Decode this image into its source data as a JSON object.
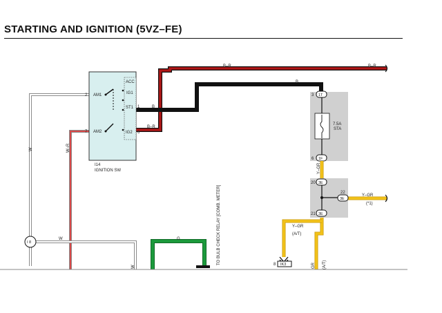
{
  "title": "STARTING AND IGNITION (5VZ–FE)",
  "colors": {
    "br_wire": "#b01818",
    "b_wire": "#111111",
    "w_wire": "#9a9a9a",
    "wr_wire": "#c43a3a",
    "g_wire": "#1c9a3c",
    "ygr_wire": "#f2c21a",
    "switch_fill": "#d8efef",
    "fuse_box": "#d0d0d0",
    "junction_box": "#d0d0d0"
  },
  "ignition_switch": {
    "id": "I14",
    "name": "IGNITION SW",
    "terminals": {
      "am1": "AM1",
      "am2": "AM2",
      "acc": "ACC",
      "ig1": "IG1",
      "st1": "ST1",
      "ig2": "IG2"
    },
    "pins": {
      "am1": "2",
      "am2": "7",
      "st1": "1",
      "ig2": "6"
    }
  },
  "fuse": {
    "rating": "7.5A",
    "name": "STA",
    "top_conn": "1T",
    "top_pin": "3",
    "bottom_conn": "1F",
    "bottom_pin": "6"
  },
  "junction": {
    "conn_top": "3E",
    "pin_top": "20",
    "conn_right": "3E",
    "pin_right": "22",
    "conn_bottom": "3E",
    "pin_bottom": "21"
  },
  "wire_labels": {
    "br_top_mid": "B–R",
    "br_top_right": "B–R",
    "b_top": "B",
    "b_st1": "B",
    "br_ig2": "B–R",
    "w_left": "W",
    "wr_left": "W–R",
    "w_i8": "W",
    "w_bottom": "W",
    "g_top": "G",
    "ygr_fuse": "Y–GR",
    "ygr_right": "Y–GR",
    "ygr_right_note": "(*1)",
    "ygr_at": "Y–GR",
    "at_note": "(A/T)",
    "gr_bottom": "GR",
    "at_bottom": "(A/T)"
  },
  "i8_label": "I 8",
  "ik3": {
    "pin": "8",
    "conn": "IK3"
  },
  "relay_note": "TO BULB CHECK RELAY [COMB. METER]"
}
